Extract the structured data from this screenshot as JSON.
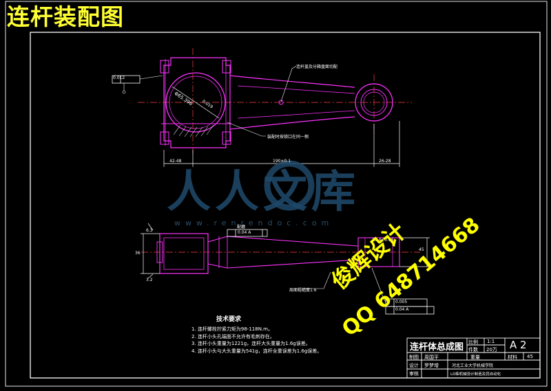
{
  "caption": "连杆装配图",
  "labels": {
    "tol_frame_top": "0.012",
    "dim_bore": "Φ65.396",
    "dim_bore_tol": "0.019",
    "note_bolt": "连杆盖及分箱盘面切配",
    "note_bearing": "装配时按锁口在同一侧",
    "dim_left": "42-48",
    "dim_center": "190±0.1",
    "dim_right": "26-28",
    "dim_small": "25.4±0.05",
    "side_roughness": "6.3",
    "side_note_top": "配磨",
    "side_frame_a": "0.04  A",
    "side_roughness2": "3.2",
    "side_note_bottom": "周面粗糙度1.6",
    "side_frame_b1": "0.005",
    "side_frame_b2": "0.04  A",
    "side_left_dim": "36",
    "side_right_dim": "45"
  },
  "watermarks": {
    "url": "www.renrendoc.com",
    "brand": "人人文库",
    "yellow_1": "俊辉设计",
    "yellow_2": "QQ 648714668"
  },
  "tech_requirements": {
    "title": "技术要求",
    "items": [
      "1. 连杆螺栓拧紧力矩为98-118N.m。",
      "2. 连杆小头孔端面不允许有毛刺存在。",
      "3. 连杆小头重量为1221g，连杆大头重量为1.6g误差。",
      "4. 连杆小头与大头重量为541g，连杆全重误差为1.6g误差。"
    ]
  },
  "title_block": {
    "name": "连杆体总成图",
    "ratio_label": "比例",
    "ratio_value": "1:1",
    "count_label": "件数",
    "count_value": "20万",
    "sheet": "A 2",
    "material_label": "材料",
    "material_value": "45",
    "weight_label": "重量",
    "designer_label": "制图",
    "designer_value": "周国平",
    "checker_label": "设计",
    "checker_value": "罗梦增",
    "approver_label": "审核",
    "school": "河北工业大学机械学院",
    "subject": "LD柴机械设计制造及其自动化"
  }
}
